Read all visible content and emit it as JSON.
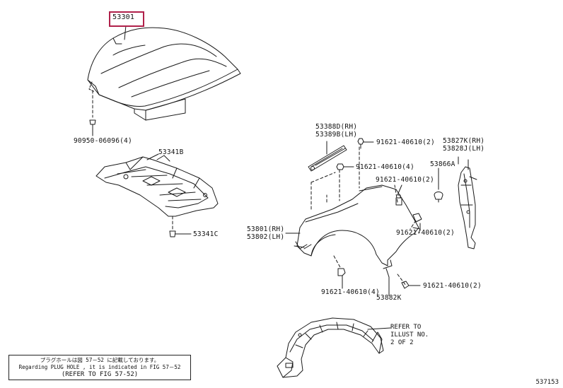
{
  "parts": {
    "hood": "53301",
    "hood_bolt": "90950-06096(4)",
    "hood_insulator": "53341B",
    "hood_insulator_clip": "53341C",
    "fender_rh": "53801(RH)",
    "fender_lh": "53802(LH)",
    "fender_seal_rh": "53388D(RH)",
    "fender_seal_lh": "53389B(LH)",
    "bolt_top": "91621-40610(2)",
    "bolt_seal": "91621-40610(4)",
    "bolt_upper_mid": "91621-40610(2)",
    "bolt_rear": "91621-40610(2)",
    "bolt_lower_front": "91621-40610(4)",
    "bolt_lower_rear": "91621-40610(2)",
    "bracket_rh": "53827K(RH)",
    "bracket_lh": "53828J(LH)",
    "bracket_clip": "53866A",
    "liner_clip": "53882K"
  },
  "refer_note": {
    "line1": "REFER TO",
    "line2": "ILLUST NO.",
    "line3": "2 OF 2"
  },
  "note_box": {
    "line1": "プラグホールは図 57－52 に記載しております。",
    "line2": "Regarding  PLUG  HOLE ,  it is indicated  in  FIG  57－52",
    "line3": "(REFER TO FIG 57-52)"
  },
  "page_number": "537153",
  "colors": {
    "highlight": "#b0204a",
    "line": "#1a1a1a"
  }
}
